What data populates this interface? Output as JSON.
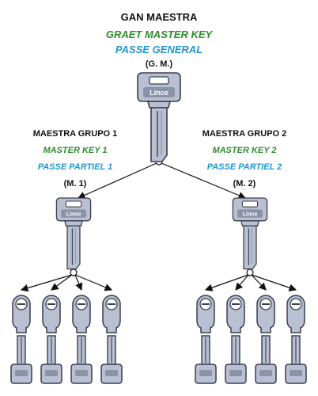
{
  "colors": {
    "title": "#111111",
    "english": "#2e8b2e",
    "french": "#2196d3",
    "metal": "#b9c0d2",
    "metal_dark": "#8b93a8",
    "outline": "#3a3f4e"
  },
  "master": {
    "title": "GAN MAESTRA",
    "english": "GRAET MASTER KEY",
    "french": "PASSE GENERAL",
    "code": "(G. M.)",
    "brand": "Lince"
  },
  "groups": [
    {
      "title": "MAESTRA GRUPO 1",
      "english": "MASTER KEY 1",
      "french": "PASSE PARTIEL 1",
      "code": "(M. 1)",
      "brand": "Lince",
      "locks": 4
    },
    {
      "title": "MAESTRA GRUPO 2",
      "english": "MASTER KEY 2",
      "french": "PASSE PARTIEL 2",
      "code": "(M. 2)",
      "brand": "Lince",
      "locks": 4
    }
  ],
  "icons": [
    "key-icon",
    "lock-cylinder-icon",
    "arrow-icon"
  ]
}
